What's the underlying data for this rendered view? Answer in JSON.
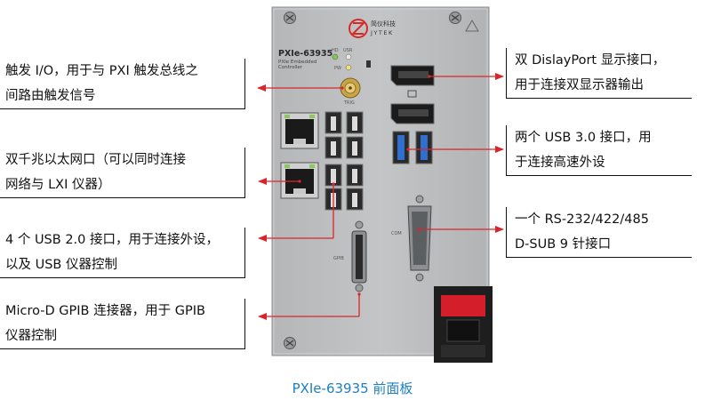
{
  "panel": {
    "brand_cn": "简仪科技",
    "brand_en": "JYTEK",
    "model": "PXIe-63935",
    "subtitle_line1": "PXIe Embedded",
    "subtitle_line2": "Controller",
    "led_hd": "HD",
    "led_usr": "USR",
    "led_pw": "PW",
    "trig_label": "TRIG",
    "com_label": "COM",
    "gpib_label": "GPIB"
  },
  "callouts": {
    "trigger": {
      "line1": "触发 I/O，用于与 PXI 触发总线之",
      "line2": "间路由触发信号"
    },
    "ethernet": {
      "line1": "双千兆以太网口（可以同时连接",
      "line2": "网络与 LXI 仪器）"
    },
    "usb2": {
      "line1": "4 个 USB 2.0 接口，用于连接外设，",
      "line2": "以及 USB 仪器控制"
    },
    "gpib": {
      "line1": "Micro-D GPIB 连接器，用于 GPIB",
      "line2": "仪器控制"
    },
    "displayport": {
      "line1": "双 DislayPort 显示接口，",
      "line2": "用于连接双显示器输出"
    },
    "usb3": {
      "line1": "两个 USB 3.0 接口，用",
      "line2": "于连接高速外设"
    },
    "serial": {
      "line1": "一个 RS-232/422/485",
      "line2": "D-SUB 9 针接口"
    }
  },
  "caption": "PXIe-63935 前面板",
  "colors": {
    "arrow": "#d9262c",
    "caption": "#1f7fc2",
    "panel": "#bcbdbf",
    "usb3": "#2f6fd0",
    "latch": "#d41e2a"
  }
}
